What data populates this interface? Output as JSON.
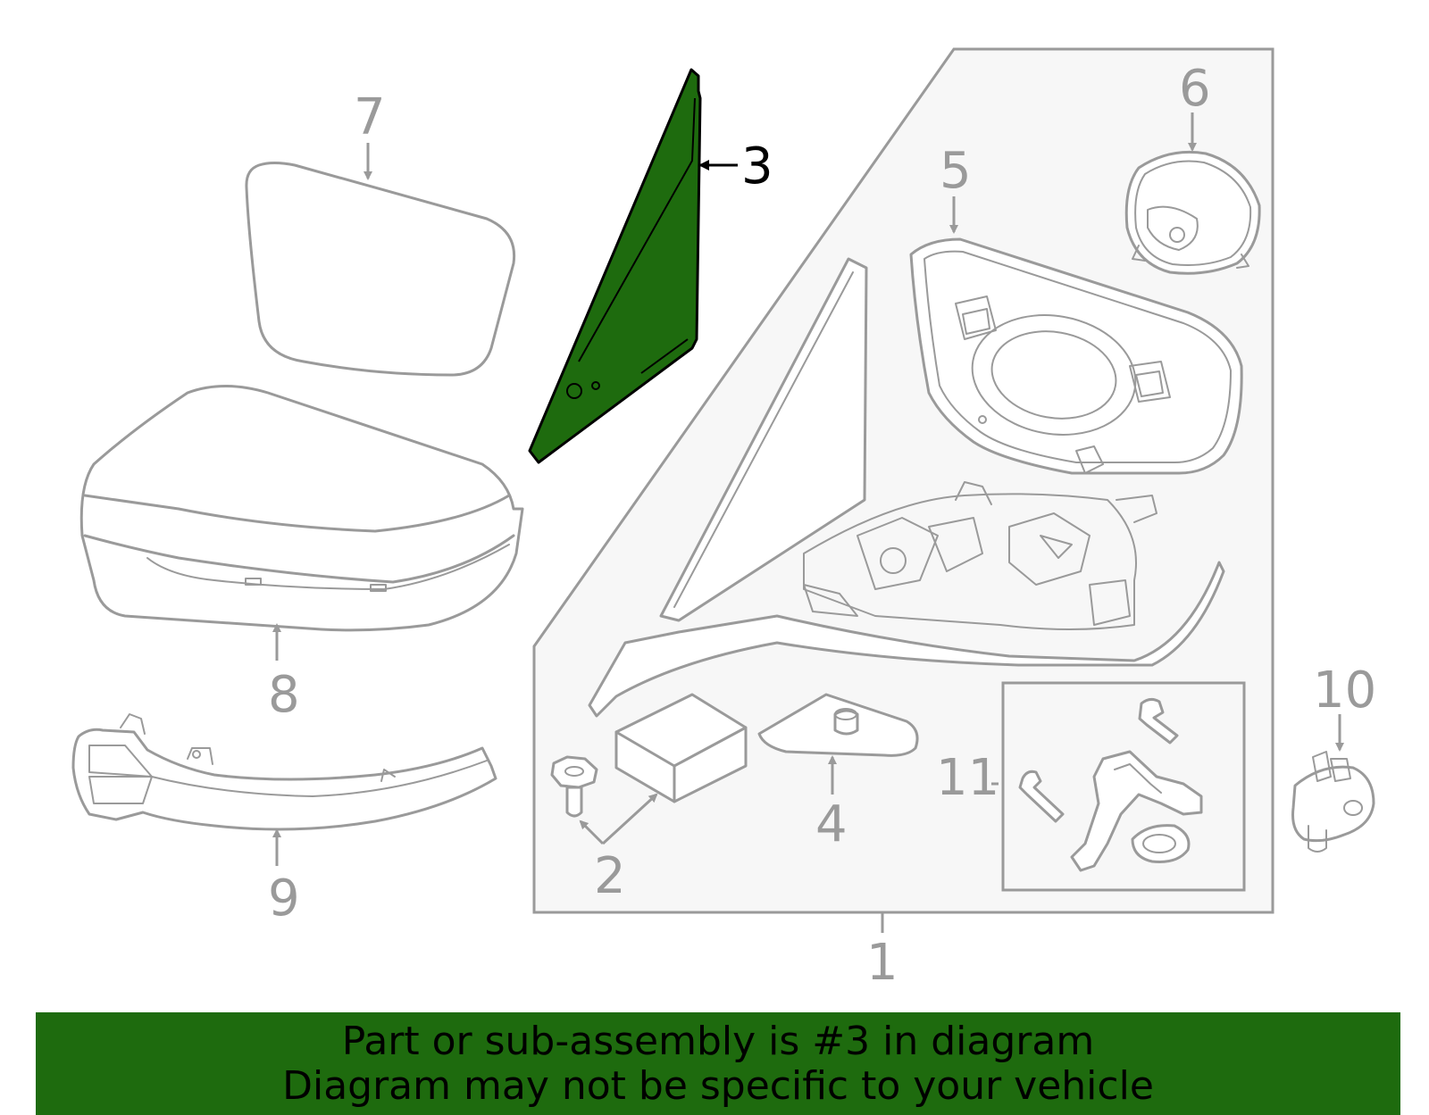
{
  "colors": {
    "highlight": "#1e6b0e",
    "outline": "#9a9a9a",
    "panel": "#f7f7f7"
  },
  "callouts": {
    "part1": "1",
    "part2": "2",
    "part3": "3",
    "part4": "4",
    "part5": "5",
    "part6": "6",
    "part7": "7",
    "part8": "8",
    "part9": "9",
    "part10": "10",
    "part11": "11"
  },
  "highlighted_part": "3",
  "banner": {
    "line1": "Part or sub-assembly is #3 in diagram",
    "line2": "Diagram may not be specific to your vehicle"
  }
}
